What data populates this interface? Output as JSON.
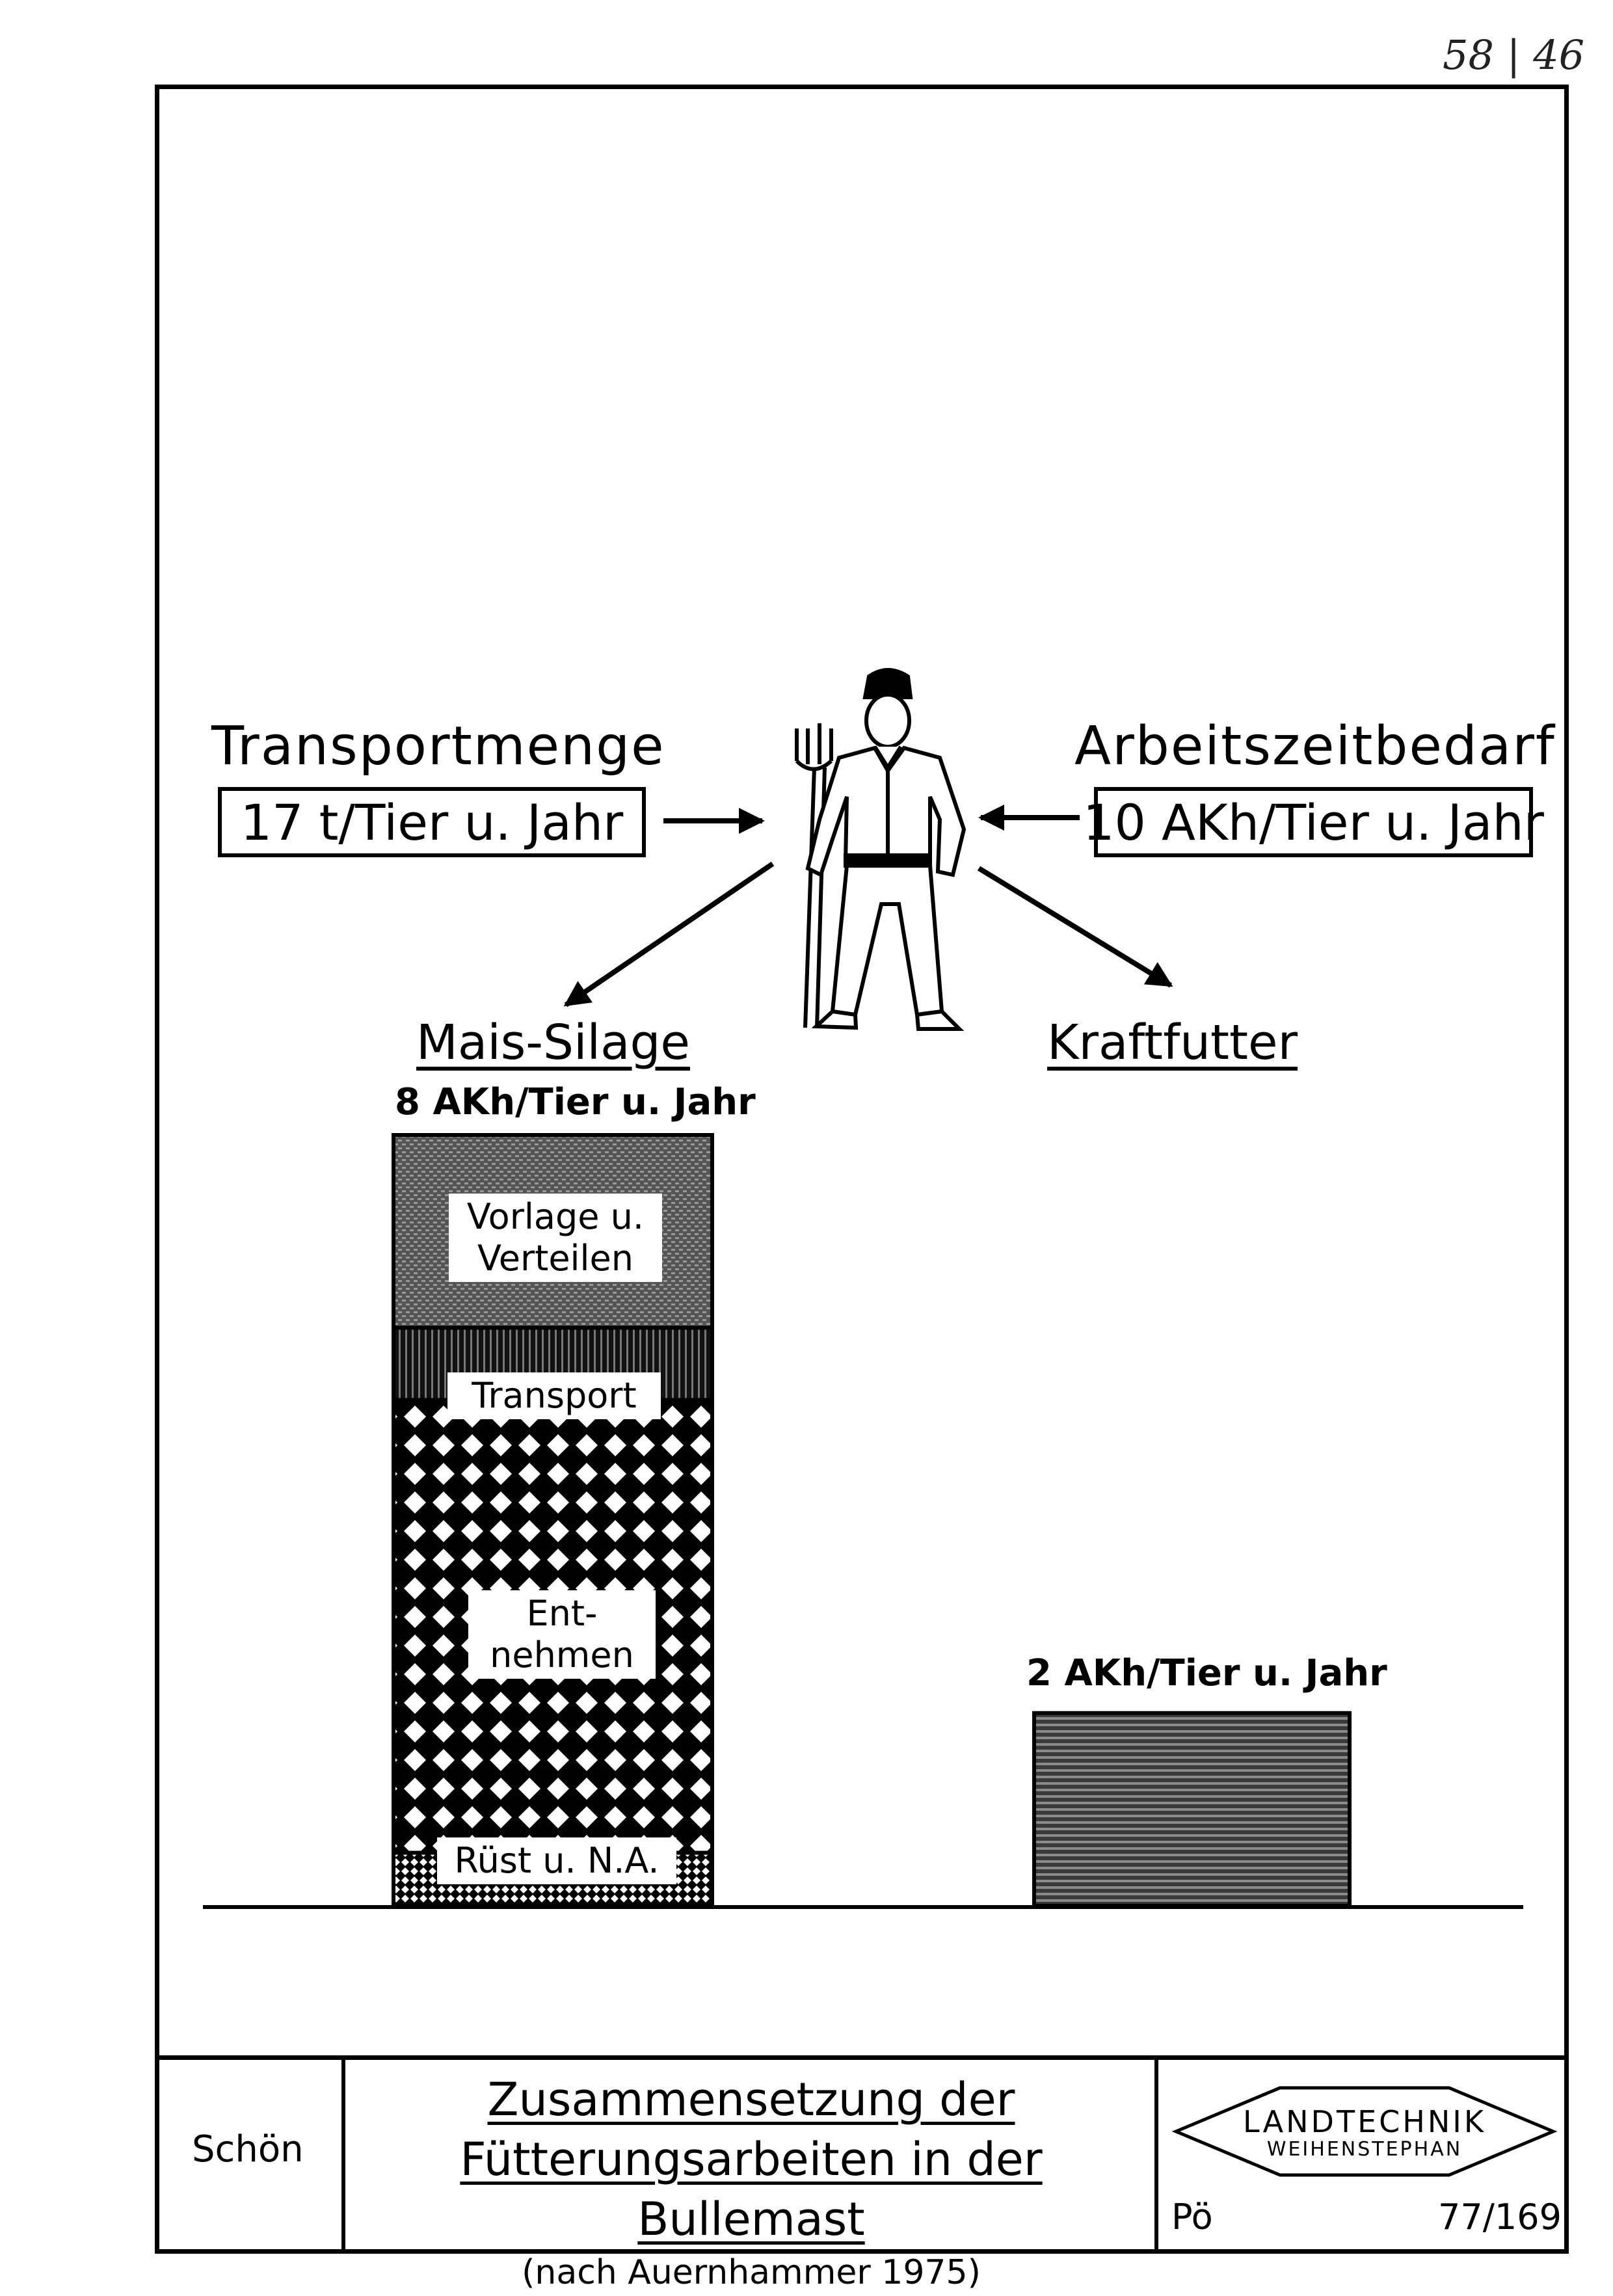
{
  "page_number": "58 | 46",
  "chart_data": {
    "type": "bar",
    "categories": [
      "Mais-Silage",
      "Kraftfutter"
    ],
    "series": [
      {
        "name": "Vorlage u. Verteilen",
        "values": [
          2.0,
          0
        ]
      },
      {
        "name": "Transport",
        "values": [
          0.75,
          0
        ]
      },
      {
        "name": "Entnehmen",
        "values": [
          4.7,
          0
        ]
      },
      {
        "name": "Rüst u. N.A.",
        "values": [
          0.55,
          0
        ]
      },
      {
        "name": "",
        "values": [
          0,
          2.0
        ]
      }
    ],
    "stacked": true,
    "ylim": [
      0,
      8
    ],
    "totals": [
      8,
      2
    ],
    "total_labels": [
      "8 AKh/Tier u. Jahr",
      "2 AKh/Tier u. Jahr"
    ],
    "segment_labels": {
      "vorlage": [
        "Vorlage u.",
        "Verteilen"
      ],
      "transport": "Transport",
      "entnehmen": [
        "Ent-",
        "nehmen"
      ],
      "rust": "Rüst u. N.A."
    },
    "transport_amount": {
      "heading": "Transportmenge",
      "value": "17 t/Tier u. Jahr"
    },
    "labor_requirement": {
      "heading": "Arbeitszeitbedarf",
      "value": "10 AKh/Tier u. Jahr"
    }
  },
  "footer": {
    "author": "Schön",
    "title_line1": "Zusammensetzung der",
    "title_line2": "Fütterungsarbeiten in der Bullemast",
    "source": "(nach Auernhammer 1975)",
    "logo_line1": "LANDTECHNIK",
    "logo_line2": "WEIHENSTEPHAN",
    "initials": "Pö",
    "doc_number": "77/169"
  }
}
